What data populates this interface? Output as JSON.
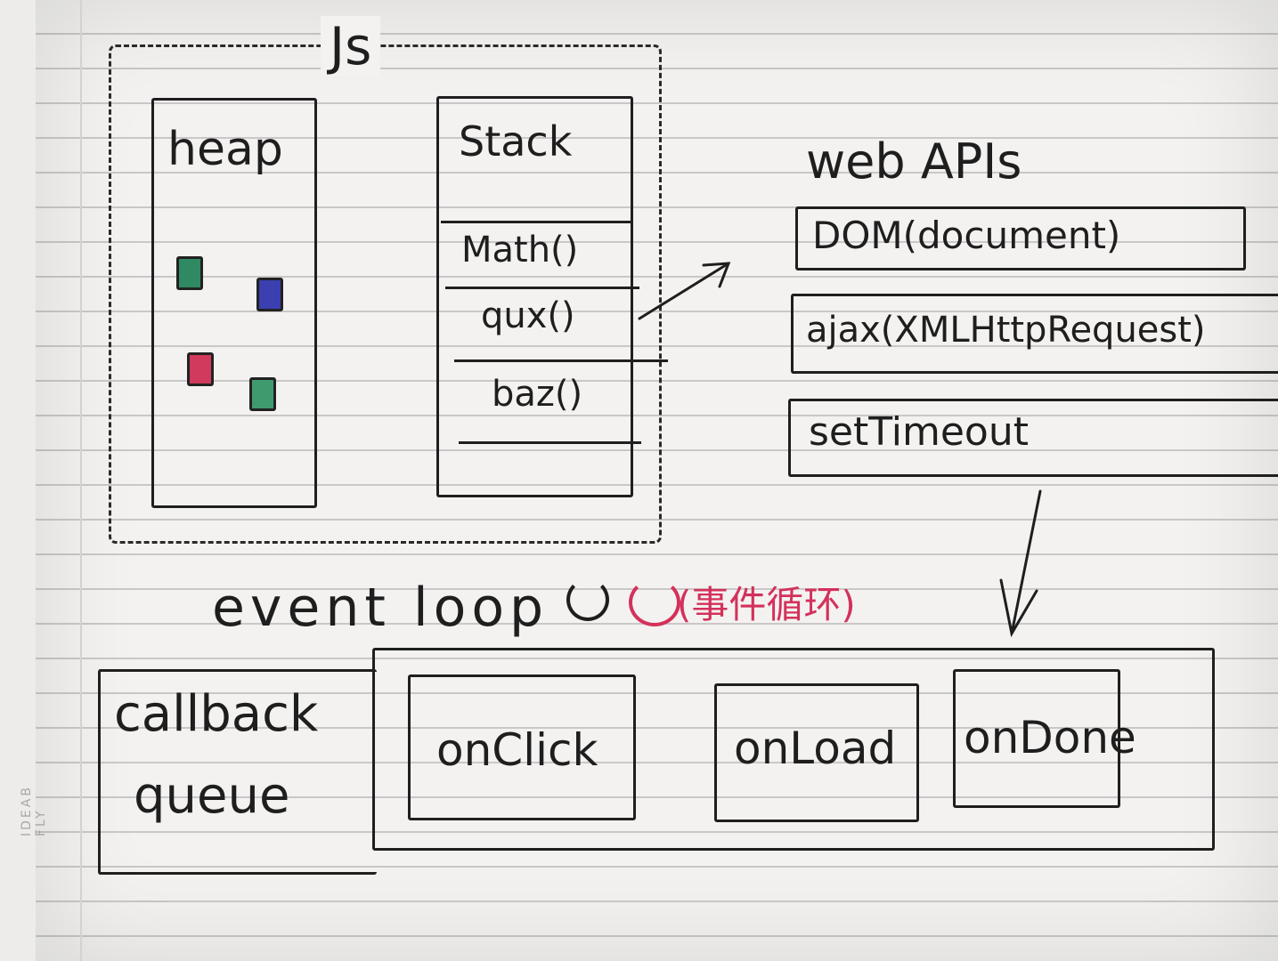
{
  "js_runtime": {
    "label": "Js",
    "heap": {
      "label": "heap"
    },
    "stack": {
      "label": "Stack",
      "frames": [
        "Math()",
        "qux()",
        "baz()"
      ]
    }
  },
  "web_apis": {
    "label": "web APIs",
    "items": [
      "DOM(document)",
      "ajax(XMLHttpRequest)",
      "setTimeout"
    ]
  },
  "event_loop": {
    "label": "event loop",
    "note": "(事件循环)"
  },
  "callback_queue": {
    "label_line1": "callback",
    "label_line2": "queue",
    "items": [
      "onClick",
      "onLoad",
      "onDone"
    ]
  },
  "brand": "IDEAB FLY",
  "colors": {
    "heap_green": "#2f8a63",
    "heap_blue": "#3b3fb0",
    "heap_red": "#d13a5c",
    "heap_teal": "#3f9a6e",
    "note_red": "#d3315b"
  }
}
